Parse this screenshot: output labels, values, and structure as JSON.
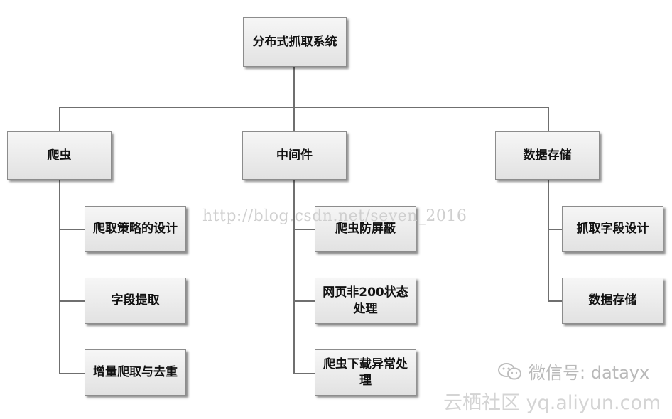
{
  "root": {
    "label": "分布式抓取系统"
  },
  "branches": [
    {
      "label": "爬虫",
      "children": [
        "爬取策略的设计",
        "字段提取",
        "增量爬取与去重"
      ]
    },
    {
      "label": "中间件",
      "children": [
        "爬虫防屏蔽",
        "网页非200状态处理",
        "爬虫下载异常处理"
      ]
    },
    {
      "label": "数据存储",
      "children": [
        "抓取字段设计",
        "数据存储"
      ]
    }
  ],
  "watermarks": {
    "url": "http://blog.csdn.net/seven_2016",
    "wechat": "微信号: datayx",
    "site": "云栖社区 yq.aliyun.com"
  },
  "icons": {
    "wechat": "wechat-icon"
  }
}
